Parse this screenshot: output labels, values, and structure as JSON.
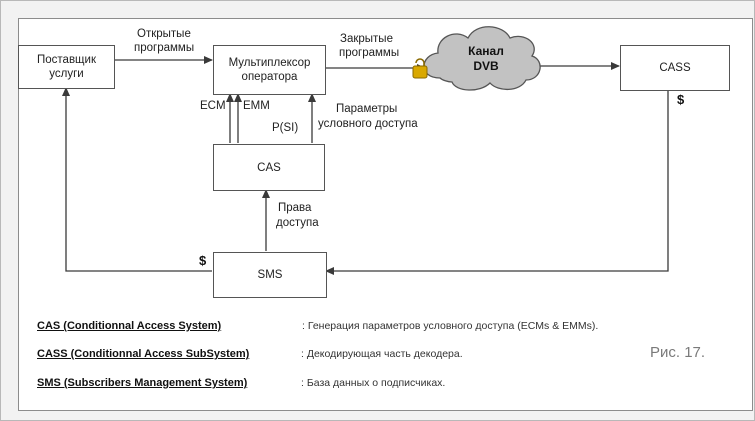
{
  "nodes": {
    "provider": "Поставщик\nуслуги",
    "mux": "Мультиплексор\nоператора",
    "cass": "CASS",
    "cas": "CAS",
    "sms": "SMS"
  },
  "cloud": {
    "line1": "Канал",
    "line2": "DVB"
  },
  "edge_labels": {
    "open_1": "Открытые",
    "open_2": "программы",
    "closed_1": "Закрытые",
    "closed_2": "программы",
    "ecm": "ECM",
    "emm": "EMM",
    "psi": "P(SI)",
    "params_1": "Параметры",
    "params_2": "условного доступа",
    "rights_1": "Права",
    "rights_2": "доступа",
    "dollar_cass": "$",
    "dollar_sms": "$"
  },
  "legend": [
    {
      "term": "CAS (Conditionnal Access System)",
      "desc": ": Генерация параметров условного доступа (ECMs & EMMs)."
    },
    {
      "term": "CASS (Conditionnal Access SubSystem)",
      "desc": ": Декодирующая часть декодера."
    },
    {
      "term": "SMS (Subscribers Management System)",
      "desc": ": База данных о подписчиках."
    }
  ],
  "figure_caption": "Рис. 17.",
  "colors": {
    "lock": "#d9a800",
    "line": "#3a3a3a"
  }
}
